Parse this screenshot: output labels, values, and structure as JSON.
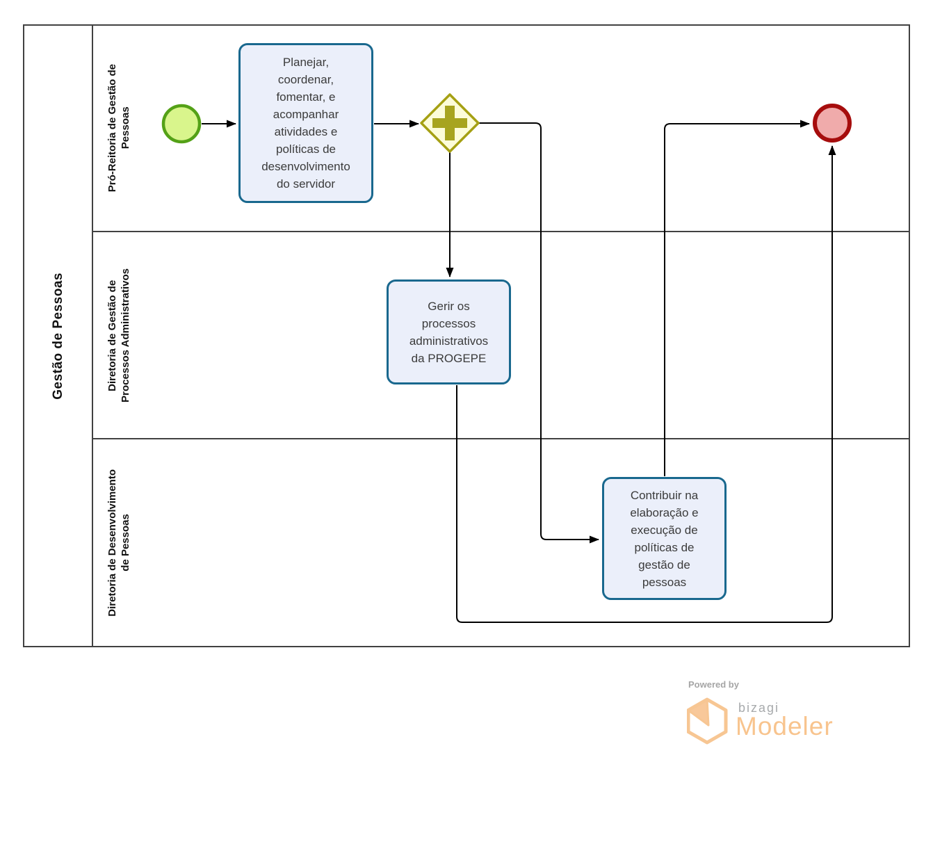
{
  "diagram": {
    "pool": {
      "label": "Gestão de Pessoas",
      "lanes": [
        {
          "label": "Pró-Reitoria de Gestão de\nPessoas"
        },
        {
          "label": "Diretoria de Gestão de\nProcessos Administrativos"
        },
        {
          "label": "Diretoria de Desenvolvimento\nde Pessoas"
        }
      ]
    },
    "tasks": [
      {
        "label": "Planejar,\ncoordenar,\nfomentar, e\nacompanhar\natividades e\npolíticas de\ndesenvolvimento\ndo servidor"
      },
      {
        "label": "Gerir os\nprocessos\nadministrativos\nda PROGEPE"
      },
      {
        "label": "Contribuir na\nelaboração e\nexecução de\npolíticas de\ngestão de\npessoas"
      }
    ],
    "events": {
      "start": {
        "type": "start-event"
      },
      "end": {
        "type": "end-event"
      }
    },
    "gateway": {
      "type": "parallel-gateway"
    }
  },
  "branding": {
    "powered_by": "Powered by",
    "brand": "bizagi",
    "product": "Modeler"
  },
  "colors": {
    "start_event_fill": "#d9f58c",
    "start_event_stroke": "#54a117",
    "end_event_fill": "#f0abab",
    "end_event_stroke": "#a60d0d",
    "gateway_fill": "#fcfcd9",
    "gateway_stroke": "#a5a013",
    "gateway_plus": "#a7a41f",
    "task_fill": "#ebeffa",
    "task_stroke": "#19688e",
    "flow_stroke": "#000000",
    "pool_border": "#414141",
    "brand_orange": "#f8c48e",
    "brand_gray": "#a6a6a6"
  }
}
